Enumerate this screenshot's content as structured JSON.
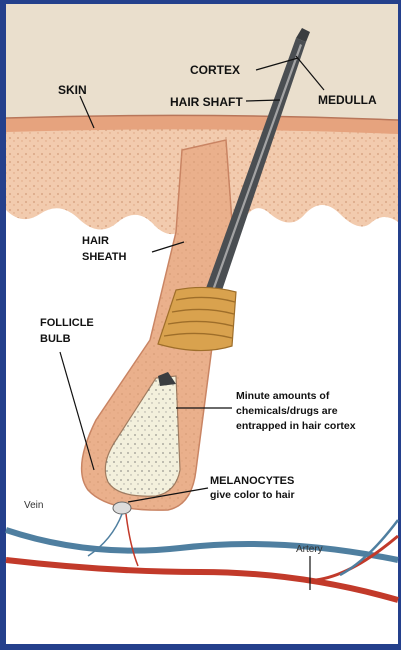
{
  "labels": {
    "skin": "SKIN",
    "cortex": "CORTEX",
    "medulla": "MEDULLA",
    "hair_shaft": "HAIR SHAFT",
    "hair_sheath_1": "HAIR",
    "hair_sheath_2": "SHEATH",
    "follicle_1": "FOLLICLE",
    "follicle_2": "BULB",
    "cortex_note_1": "Minute amounts of",
    "cortex_note_2": "chemicals/drugs are",
    "cortex_note_3": "entrapped in hair cortex",
    "melanocytes_1": "MELANOCYTES",
    "melanocytes_2": "give color to hair",
    "vein": "Vein",
    "artery": "Artery"
  },
  "colors": {
    "frame": "#24408c",
    "background": "#ffffff",
    "surface": "#eadfcd",
    "epidermis": "#e6a37e",
    "dermis": "#f2cbae",
    "sheath": "#eab08c",
    "shaft": "#4a4e52",
    "band": "#d9a24e",
    "bulb_core": "#f3f0dc",
    "vein": "#4f7fa0",
    "artery": "#c23a2a"
  }
}
